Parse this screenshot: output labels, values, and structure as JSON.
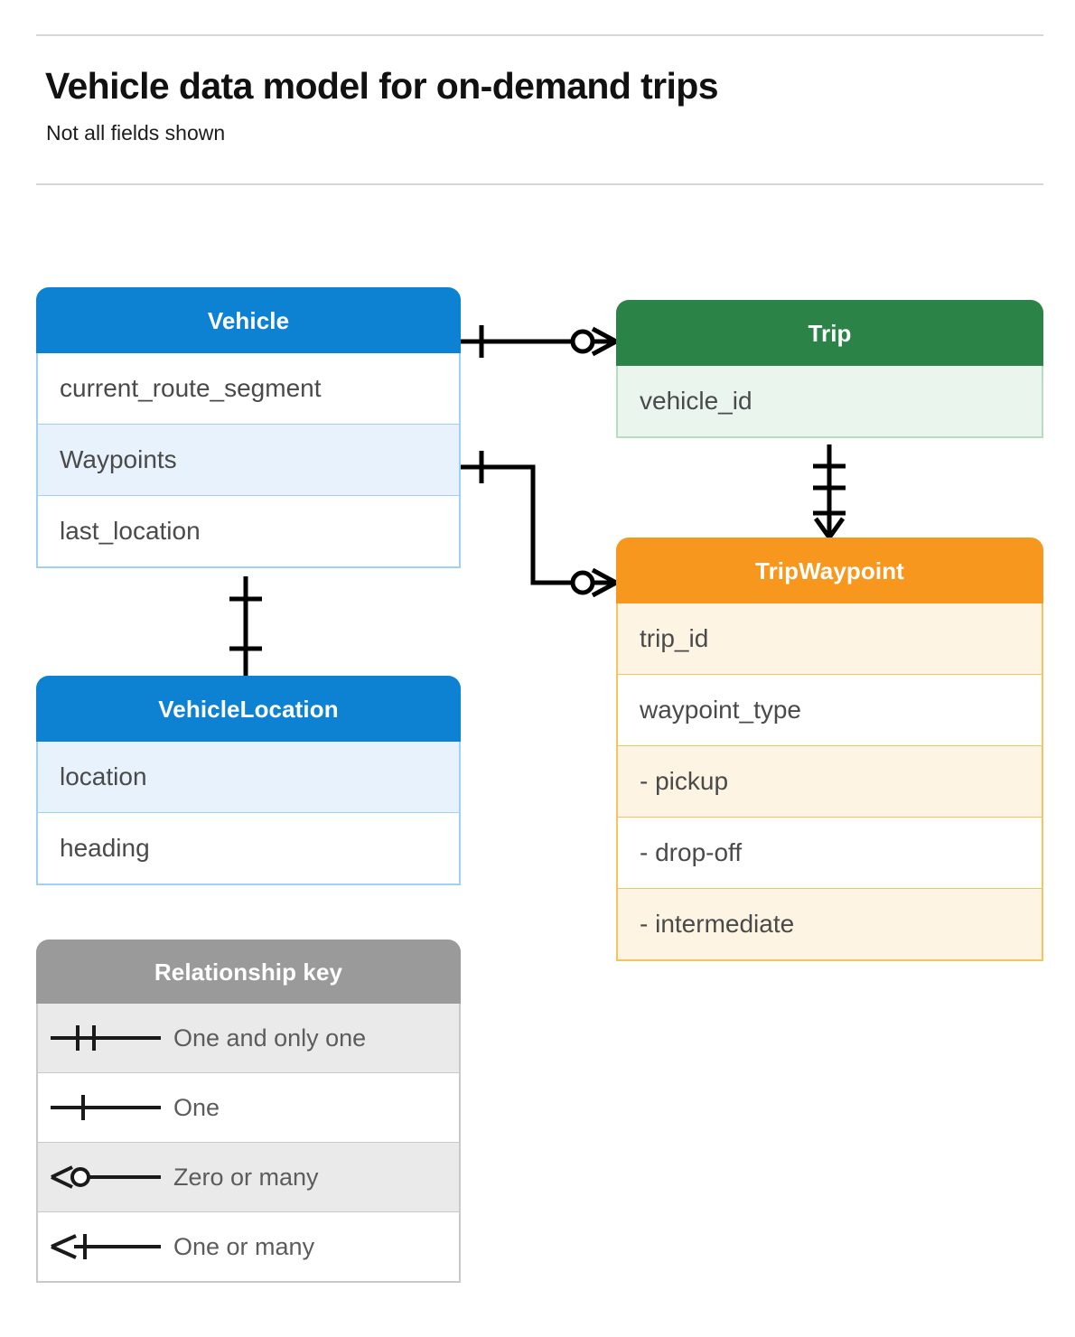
{
  "header": {
    "title": "Vehicle data model for on-demand trips",
    "subtitle": "Not all fields shown"
  },
  "colors": {
    "vehicle": "#0d82d2",
    "trip": "#2b8348",
    "tripwaypoint": "#f8971d",
    "legend": "#9a9a9a",
    "connector": "#000000"
  },
  "entities": {
    "vehicle": {
      "name": "Vehicle",
      "fields": [
        {
          "label": "current_route_segment"
        },
        {
          "label": "Waypoints"
        },
        {
          "label": "last_location"
        }
      ]
    },
    "vehicle_location": {
      "name": "VehicleLocation",
      "fields": [
        {
          "label": "location"
        },
        {
          "label": "heading"
        }
      ]
    },
    "trip": {
      "name": "Trip",
      "fields": [
        {
          "label": "vehicle_id"
        }
      ]
    },
    "tripwaypoint": {
      "name": "TripWaypoint",
      "fields": [
        {
          "label": "trip_id"
        },
        {
          "label": "waypoint_type"
        },
        {
          "label": "-  pickup"
        },
        {
          "label": "-  drop-off"
        },
        {
          "label": "-  intermediate"
        }
      ]
    }
  },
  "legend": {
    "title": "Relationship key",
    "items": [
      {
        "label": "One and only one",
        "symbol": "one-and-only-one-symbol"
      },
      {
        "label": "One",
        "symbol": "one-symbol"
      },
      {
        "label": "Zero or many",
        "symbol": "zero-or-many-symbol"
      },
      {
        "label": "One or many",
        "symbol": "one-or-many-symbol"
      }
    ]
  },
  "relationships": [
    {
      "id": "vehicle-to-trip",
      "from": "Vehicle",
      "to": "Trip",
      "from_cardinality": "One",
      "to_cardinality": "Zero or many"
    },
    {
      "id": "vehicle-waypoints-to-tripwaypoint",
      "from": "Vehicle.Waypoints",
      "to": "TripWaypoint",
      "from_cardinality": "One",
      "to_cardinality": "Zero or many"
    },
    {
      "id": "trip-to-tripwaypoint",
      "from": "Trip",
      "to": "TripWaypoint",
      "from_cardinality": "One and only one",
      "to_cardinality": "One or many"
    },
    {
      "id": "vehicle-to-vehiclelocation",
      "from": "Vehicle",
      "to": "VehicleLocation",
      "from_cardinality": "One",
      "to_cardinality": "One"
    }
  ]
}
